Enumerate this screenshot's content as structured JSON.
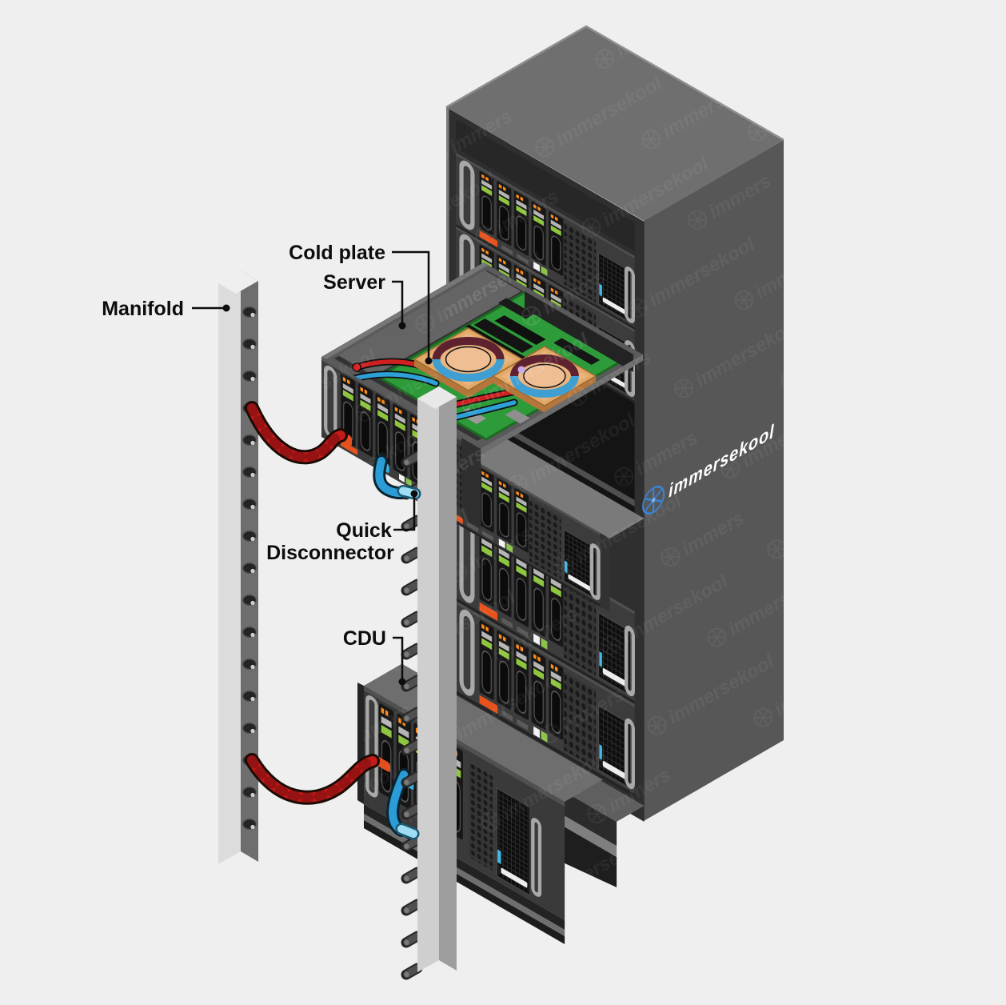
{
  "diagram": {
    "type": "isometric-illustration",
    "subject": "Liquid cooling system for a server rack",
    "background": "#efefef"
  },
  "labels": {
    "manifold": "Manifold",
    "cold_plate": "Cold plate",
    "server": "Server",
    "quick_line1": "Quick",
    "quick_line2": "Disconnector",
    "cdu": "CDU"
  },
  "logo": {
    "text": "immersekool",
    "icon": "snowflake-icon",
    "icon_color": "#3b82d0",
    "text_color": "#ffffff"
  },
  "watermark": {
    "text": "immersekool"
  },
  "colors": {
    "hose_hot": "#c31a1a",
    "hose_cold": "#2b9cd6",
    "quick_disconnect_sleeve": "#9fdef2",
    "cold_plate_copper": "#e3a967",
    "pcb_green": "#2e9b3a",
    "rack_top": "#6f6f6f",
    "rack_side": "#575757",
    "rack_front": "#2f2f2f",
    "manifold_light": "#dcdcdc",
    "label_text": "#0d0d0d"
  }
}
